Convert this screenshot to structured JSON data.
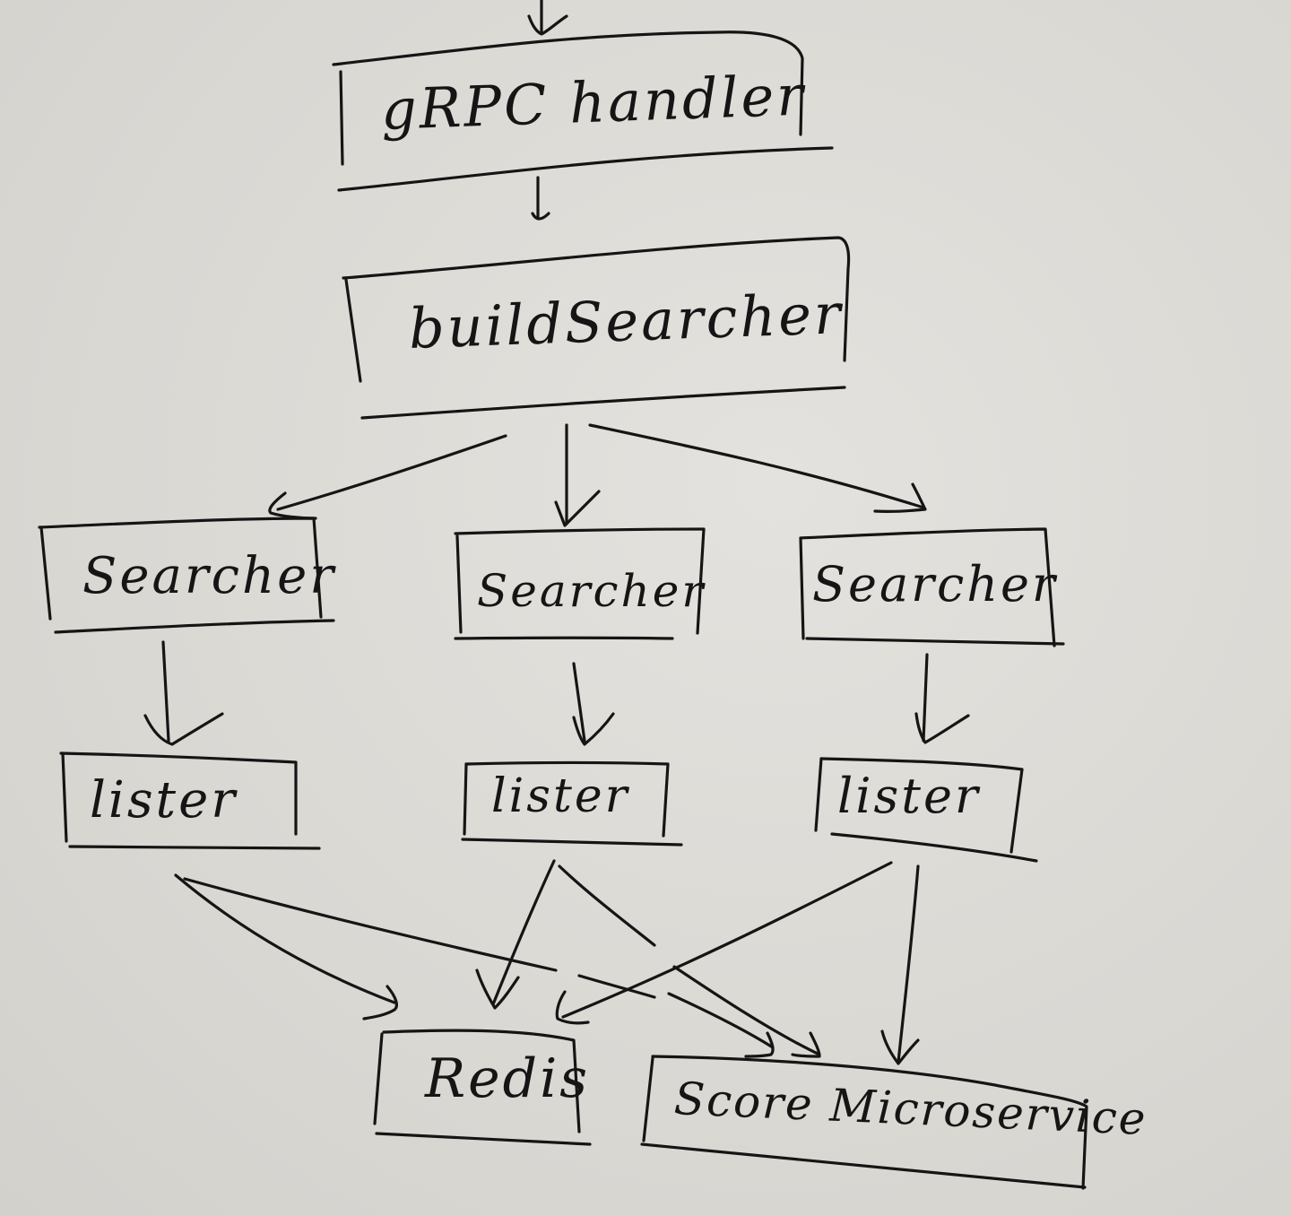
{
  "diagram": {
    "type": "flowchart",
    "medium": "whiteboard-handwritten",
    "colors": {
      "background": "#dcdad6",
      "ink": "#151515"
    },
    "nodes": [
      {
        "id": "grpc",
        "label": "gRPC handler"
      },
      {
        "id": "build",
        "label": "buildSearcher"
      },
      {
        "id": "searcher1",
        "label": "Searcher"
      },
      {
        "id": "searcher2",
        "label": "Searcher"
      },
      {
        "id": "searcher3",
        "label": "Searcher"
      },
      {
        "id": "lister1",
        "label": "lister"
      },
      {
        "id": "lister2",
        "label": "lister"
      },
      {
        "id": "lister3",
        "label": "lister"
      },
      {
        "id": "redis",
        "label": "Redis"
      },
      {
        "id": "score",
        "label": "Score Microservice"
      }
    ],
    "edges": [
      {
        "from": "entry",
        "to": "grpc"
      },
      {
        "from": "grpc",
        "to": "build"
      },
      {
        "from": "build",
        "to": "searcher1"
      },
      {
        "from": "build",
        "to": "searcher2"
      },
      {
        "from": "build",
        "to": "searcher3"
      },
      {
        "from": "searcher1",
        "to": "lister1"
      },
      {
        "from": "searcher2",
        "to": "lister2"
      },
      {
        "from": "searcher3",
        "to": "lister3"
      },
      {
        "from": "lister1",
        "to": "redis"
      },
      {
        "from": "lister1",
        "to": "score"
      },
      {
        "from": "lister2",
        "to": "redis"
      },
      {
        "from": "lister2",
        "to": "score"
      },
      {
        "from": "lister3",
        "to": "redis"
      },
      {
        "from": "lister3",
        "to": "score"
      }
    ]
  }
}
